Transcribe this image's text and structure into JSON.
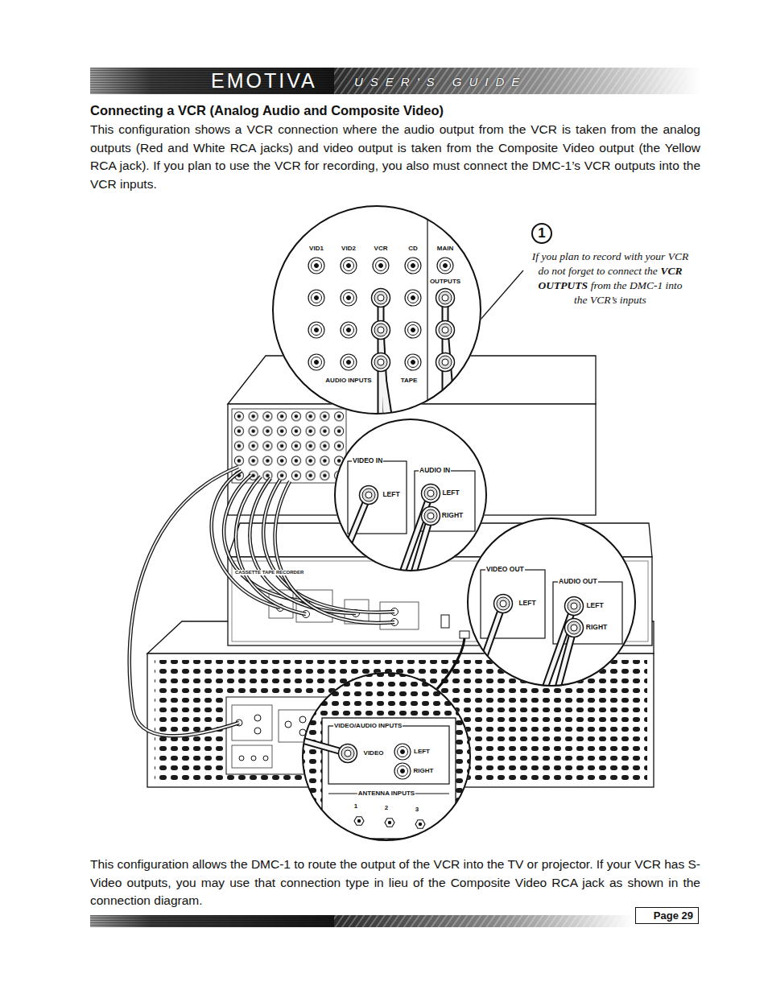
{
  "diagram": {
    "title": "Connecting a VCR (Analog Audio and Composite Video)",
    "caption": "This configuration allows the DMC-1 to route the output of the VCR into the TV or projector. If your VCR has S-Video outputs, you may use that connection type in lieu of the Composite Video RCA jack as shown in the connection diagram.",
    "nodes": [
      {
        "text": [
          "VID1",
          "VID2",
          "VCR",
          "CD",
          "MAIN",
          "OUTPUTS",
          "AUDIO INPUTS",
          "TAPE"
        ]
      },
      {
        "text": [
          "VIDEO IN",
          "LEFT",
          "AUDIO IN",
          "LEFT",
          "RIGHT"
        ]
      },
      {
        "text": [
          "VIDEO OUT",
          "LEFT",
          "AUDIO OUT",
          "LEFT",
          "RIGHT"
        ]
      },
      {
        "text": [
          "VIDEO/AUDIO INPUTS",
          "VIDEO",
          "LEFT",
          "RIGHT",
          "ANTENNA INPUTS",
          "1",
          "2",
          "3"
        ]
      }
    ],
    "labels": [
      "EMOTIVA",
      "USER'S GUIDE",
      "This configuration shows a VCR connection where the audio output from the VCR is taken from the analog outputs (Red and White RCA jacks) and video output is taken from the Composite Video output (the Yellow RCA jack). If you plan to use the VCR for recording, you also must connect the DMC-1’s VCR outputs into the VCR inputs.",
      "1",
      "If you plan to record with your VCR do not forget to connect the",
      "VCR OUTPUTS",
      "from the DMC-1 into the VCR’s inputs",
      "CASSETTE TAPE RECORDER",
      "Page 29"
    ]
  }
}
